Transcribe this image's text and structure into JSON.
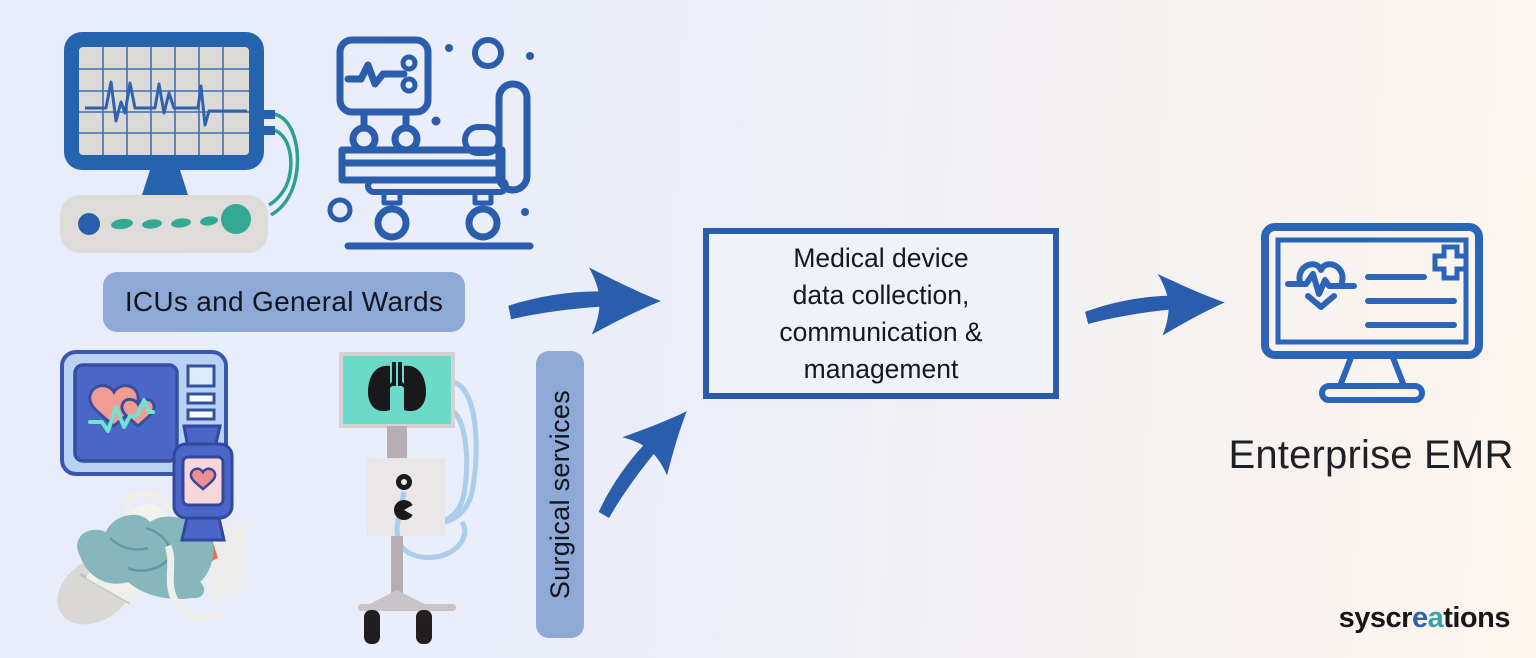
{
  "colors": {
    "accent_blue": "#2a5dab",
    "label_bg": "#8fa9d6",
    "box_border": "#2b5cab",
    "box_bg": "#f0f2fa",
    "bg_left": "#e7ecfb",
    "bg_right": "#fdf5ee",
    "teal": "#2aa389"
  },
  "sources": {
    "icu_ward_label": "ICUs and General Wards",
    "surgical_label": "Surgical services"
  },
  "process_box": {
    "lines": [
      "Medical device",
      "data collection,",
      "communication &",
      "management"
    ]
  },
  "destination": {
    "label": "Enterprise EMR"
  },
  "logo": {
    "prefix": "syscr",
    "letter_e": "e",
    "letter_a": "a",
    "suffix": "tions"
  },
  "illustrations": [
    "patient-monitor-illustration",
    "hospital-bed-illustration",
    "vitals-monitor-watch-illustration",
    "ultrasound-probe-hand-illustration",
    "ventilator-illustration",
    "emr-monitor-icon"
  ],
  "arrows": [
    "icu-to-hub-arrow",
    "surgical-to-hub-arrow",
    "hub-to-emr-arrow"
  ]
}
